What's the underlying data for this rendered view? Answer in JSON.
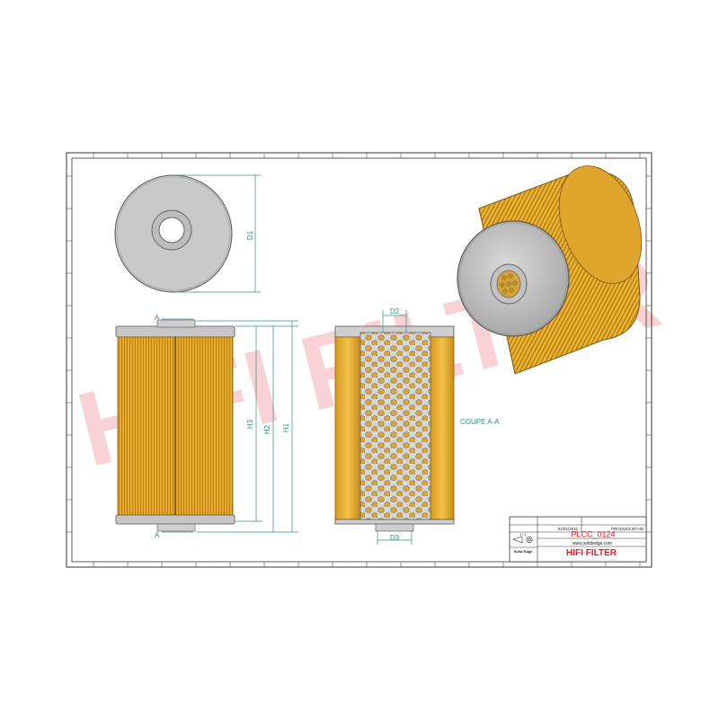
{
  "drawing": {
    "watermark": "HIFI FILTER",
    "section_label": "COUPE A-A",
    "section_marker": "A",
    "dims": {
      "d1": "D1",
      "d2": "D2",
      "d3": "D3",
      "h1": "H1",
      "h2": "H2",
      "h3": "H3"
    }
  },
  "title_block": {
    "date_value": "01/01/2011",
    "author_value": "PROUVEZ.BT.HD",
    "scale_value": "1 / 1",
    "part_number": "PLCC_0124",
    "website": "www.solidedge.com",
    "brand": "HIFI FILTER",
    "software": "Solid Edge"
  },
  "colors": {
    "filter_yellow": "#e8ae2a",
    "filter_dark": "#b9831a",
    "endcap_gray": "#c4c4c4",
    "dimension_teal": "#2f8f86",
    "brand_red": "#e31b23",
    "watermark_pink": "#f6c3c6"
  }
}
